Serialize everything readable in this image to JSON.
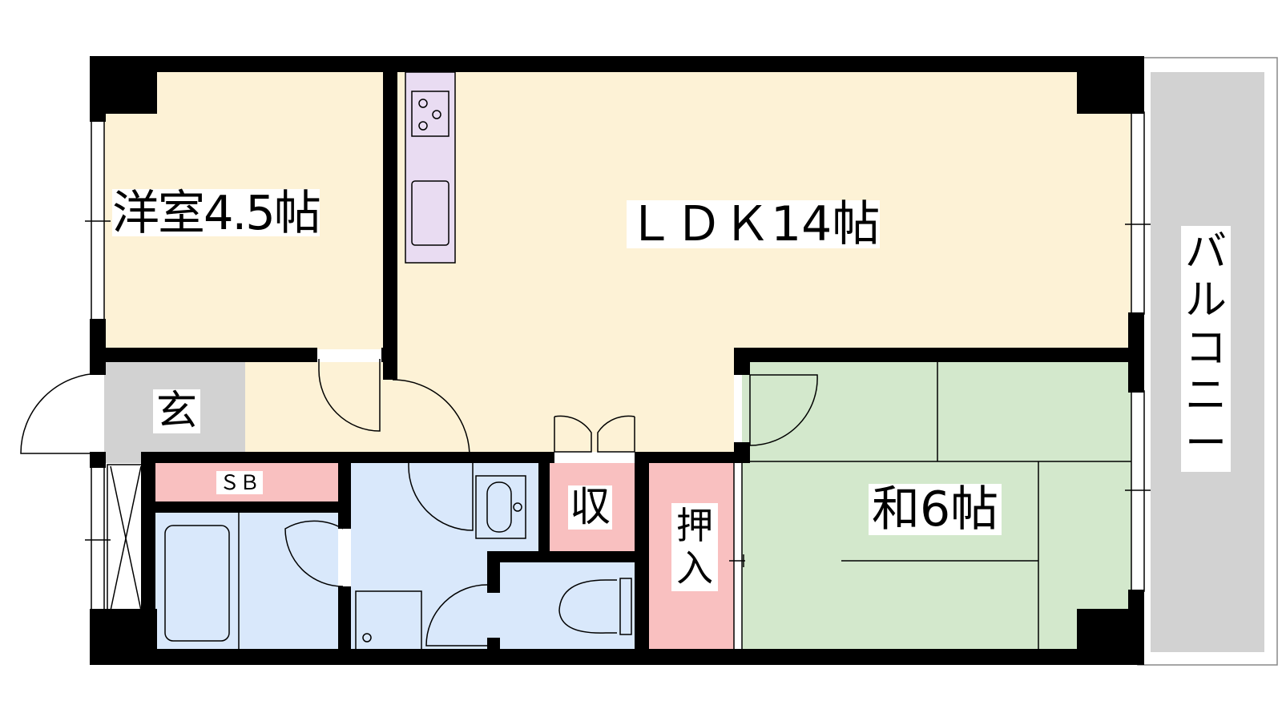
{
  "rooms": {
    "western_room": {
      "label": "洋室4.5帖",
      "color": "#fdf2d6"
    },
    "ldk": {
      "label": "ＬＤＫ14帖",
      "color": "#fdf2d6"
    },
    "entrance": {
      "label": "玄",
      "color": "#d2d2d2"
    },
    "shoe_box": {
      "label": "ＳＢ",
      "color": "#f9c0c0"
    },
    "japanese_room": {
      "label": "和6帖",
      "color": "#d3e8cc"
    },
    "storage": {
      "label": "収",
      "color": "#f9c0c0"
    },
    "closet": {
      "chars": [
        "押",
        "入"
      ],
      "color": "#f9c0c0"
    },
    "balcony": {
      "chars": [
        "バ",
        "ル",
        "コ",
        "ニ",
        "ー"
      ],
      "color": "#d2d2d2"
    },
    "bath": {
      "color": "#d9e8fb"
    },
    "washroom": {
      "color": "#d9e8fb"
    },
    "toilet": {
      "color": "#d9e8fb"
    },
    "kitchen_counter": {
      "color": "#e9dcf2"
    }
  },
  "wall_color": "#000000"
}
